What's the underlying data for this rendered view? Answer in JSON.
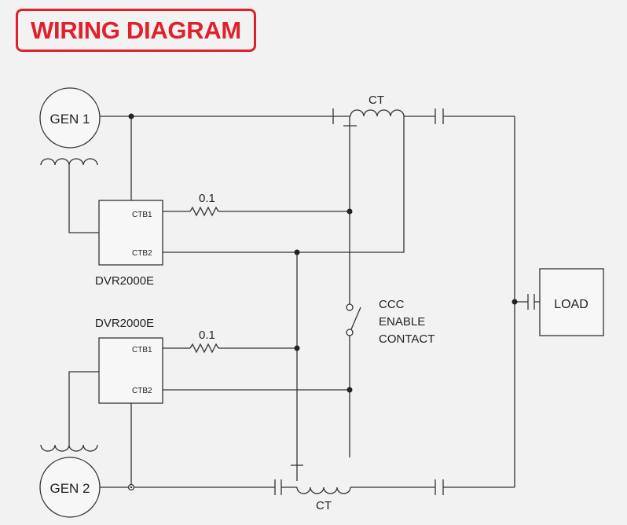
{
  "title": "WIRING DIAGRAM",
  "colors": {
    "accent": "#e0202a",
    "line": "#333333",
    "background": "#f2f2f2"
  },
  "generators": {
    "gen1": "GEN 1",
    "gen2": "GEN 2"
  },
  "ct_labels": {
    "top": "CT",
    "bottom": "CT"
  },
  "regulators": {
    "top": {
      "name": "DVR2000E",
      "ctb1": "CTB1",
      "ctb2": "CTB2"
    },
    "bottom": {
      "name": "DVR2000E",
      "ctb1": "CTB1",
      "ctb2": "CTB2"
    }
  },
  "resistors": {
    "top": "0.1",
    "bottom": "0.1"
  },
  "contact": {
    "line1": "CCC",
    "line2": "ENABLE",
    "line3": "CONTACT"
  },
  "load": "LOAD"
}
